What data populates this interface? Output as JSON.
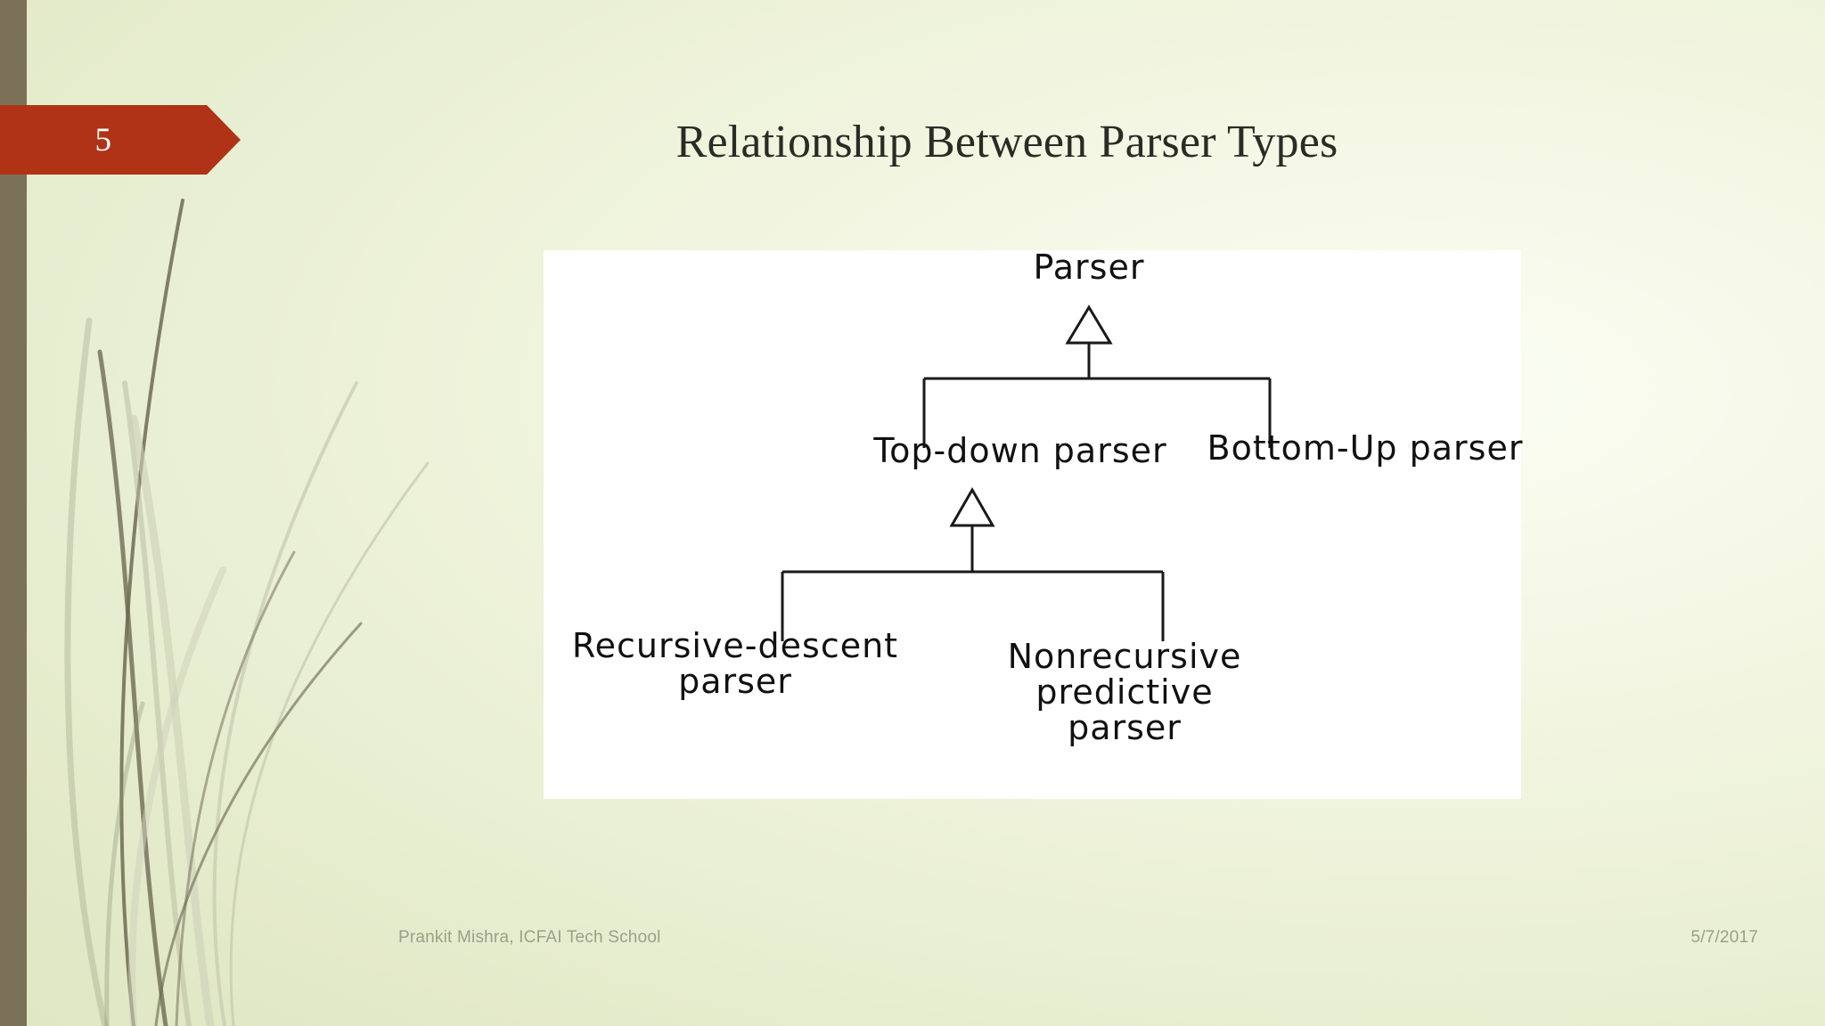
{
  "slide": {
    "page_number": "5",
    "title": "Relationship Between Parser Types",
    "footer_left": "Prankit Mishra, ICFAI Tech School",
    "footer_right": "5/7/2017"
  },
  "theme": {
    "banner_color": "#b03317",
    "band_color": "#7a7158",
    "background_light": "#fbfdf4",
    "background_deep": "#dde5c0",
    "title_color": "#2b2b26",
    "footer_color": "#9a9f8b",
    "diagram_ink": "#1a1a1a",
    "card_color": "#ffffff"
  },
  "diagram": {
    "type": "uml-generalization-tree",
    "nodes": [
      {
        "id": "parser",
        "label": "Parser",
        "lines": [
          "Parser"
        ],
        "level": 0
      },
      {
        "id": "topdown",
        "label": "Top-down parser",
        "lines": [
          "Top-down parser"
        ],
        "level": 1
      },
      {
        "id": "bottomup",
        "label": "Bottom-Up parser",
        "lines": [
          "Bottom-Up parser"
        ],
        "level": 1
      },
      {
        "id": "recursive",
        "label": "Recursive-descent parser",
        "lines": [
          "Recursive-descent",
          "parser"
        ],
        "level": 2
      },
      {
        "id": "nonrec",
        "label": "Nonrecursive predictive parser",
        "lines": [
          "Nonrecursive",
          "predictive",
          "parser"
        ],
        "level": 2
      }
    ],
    "edges": [
      {
        "from": "topdown",
        "to": "parser",
        "arrow": "hollow-triangle"
      },
      {
        "from": "bottomup",
        "to": "parser",
        "arrow": "hollow-triangle"
      },
      {
        "from": "recursive",
        "to": "topdown",
        "arrow": "hollow-triangle"
      },
      {
        "from": "nonrec",
        "to": "topdown",
        "arrow": "hollow-triangle"
      }
    ],
    "labels": {
      "parser": "Parser",
      "topdown": "Top-down parser",
      "bottomup": "Bottom-Up parser",
      "recursive_l1": "Recursive-descent",
      "recursive_l2": "parser",
      "nonrec_l1": "Nonrecursive",
      "nonrec_l2": "predictive",
      "nonrec_l3": "parser"
    }
  }
}
